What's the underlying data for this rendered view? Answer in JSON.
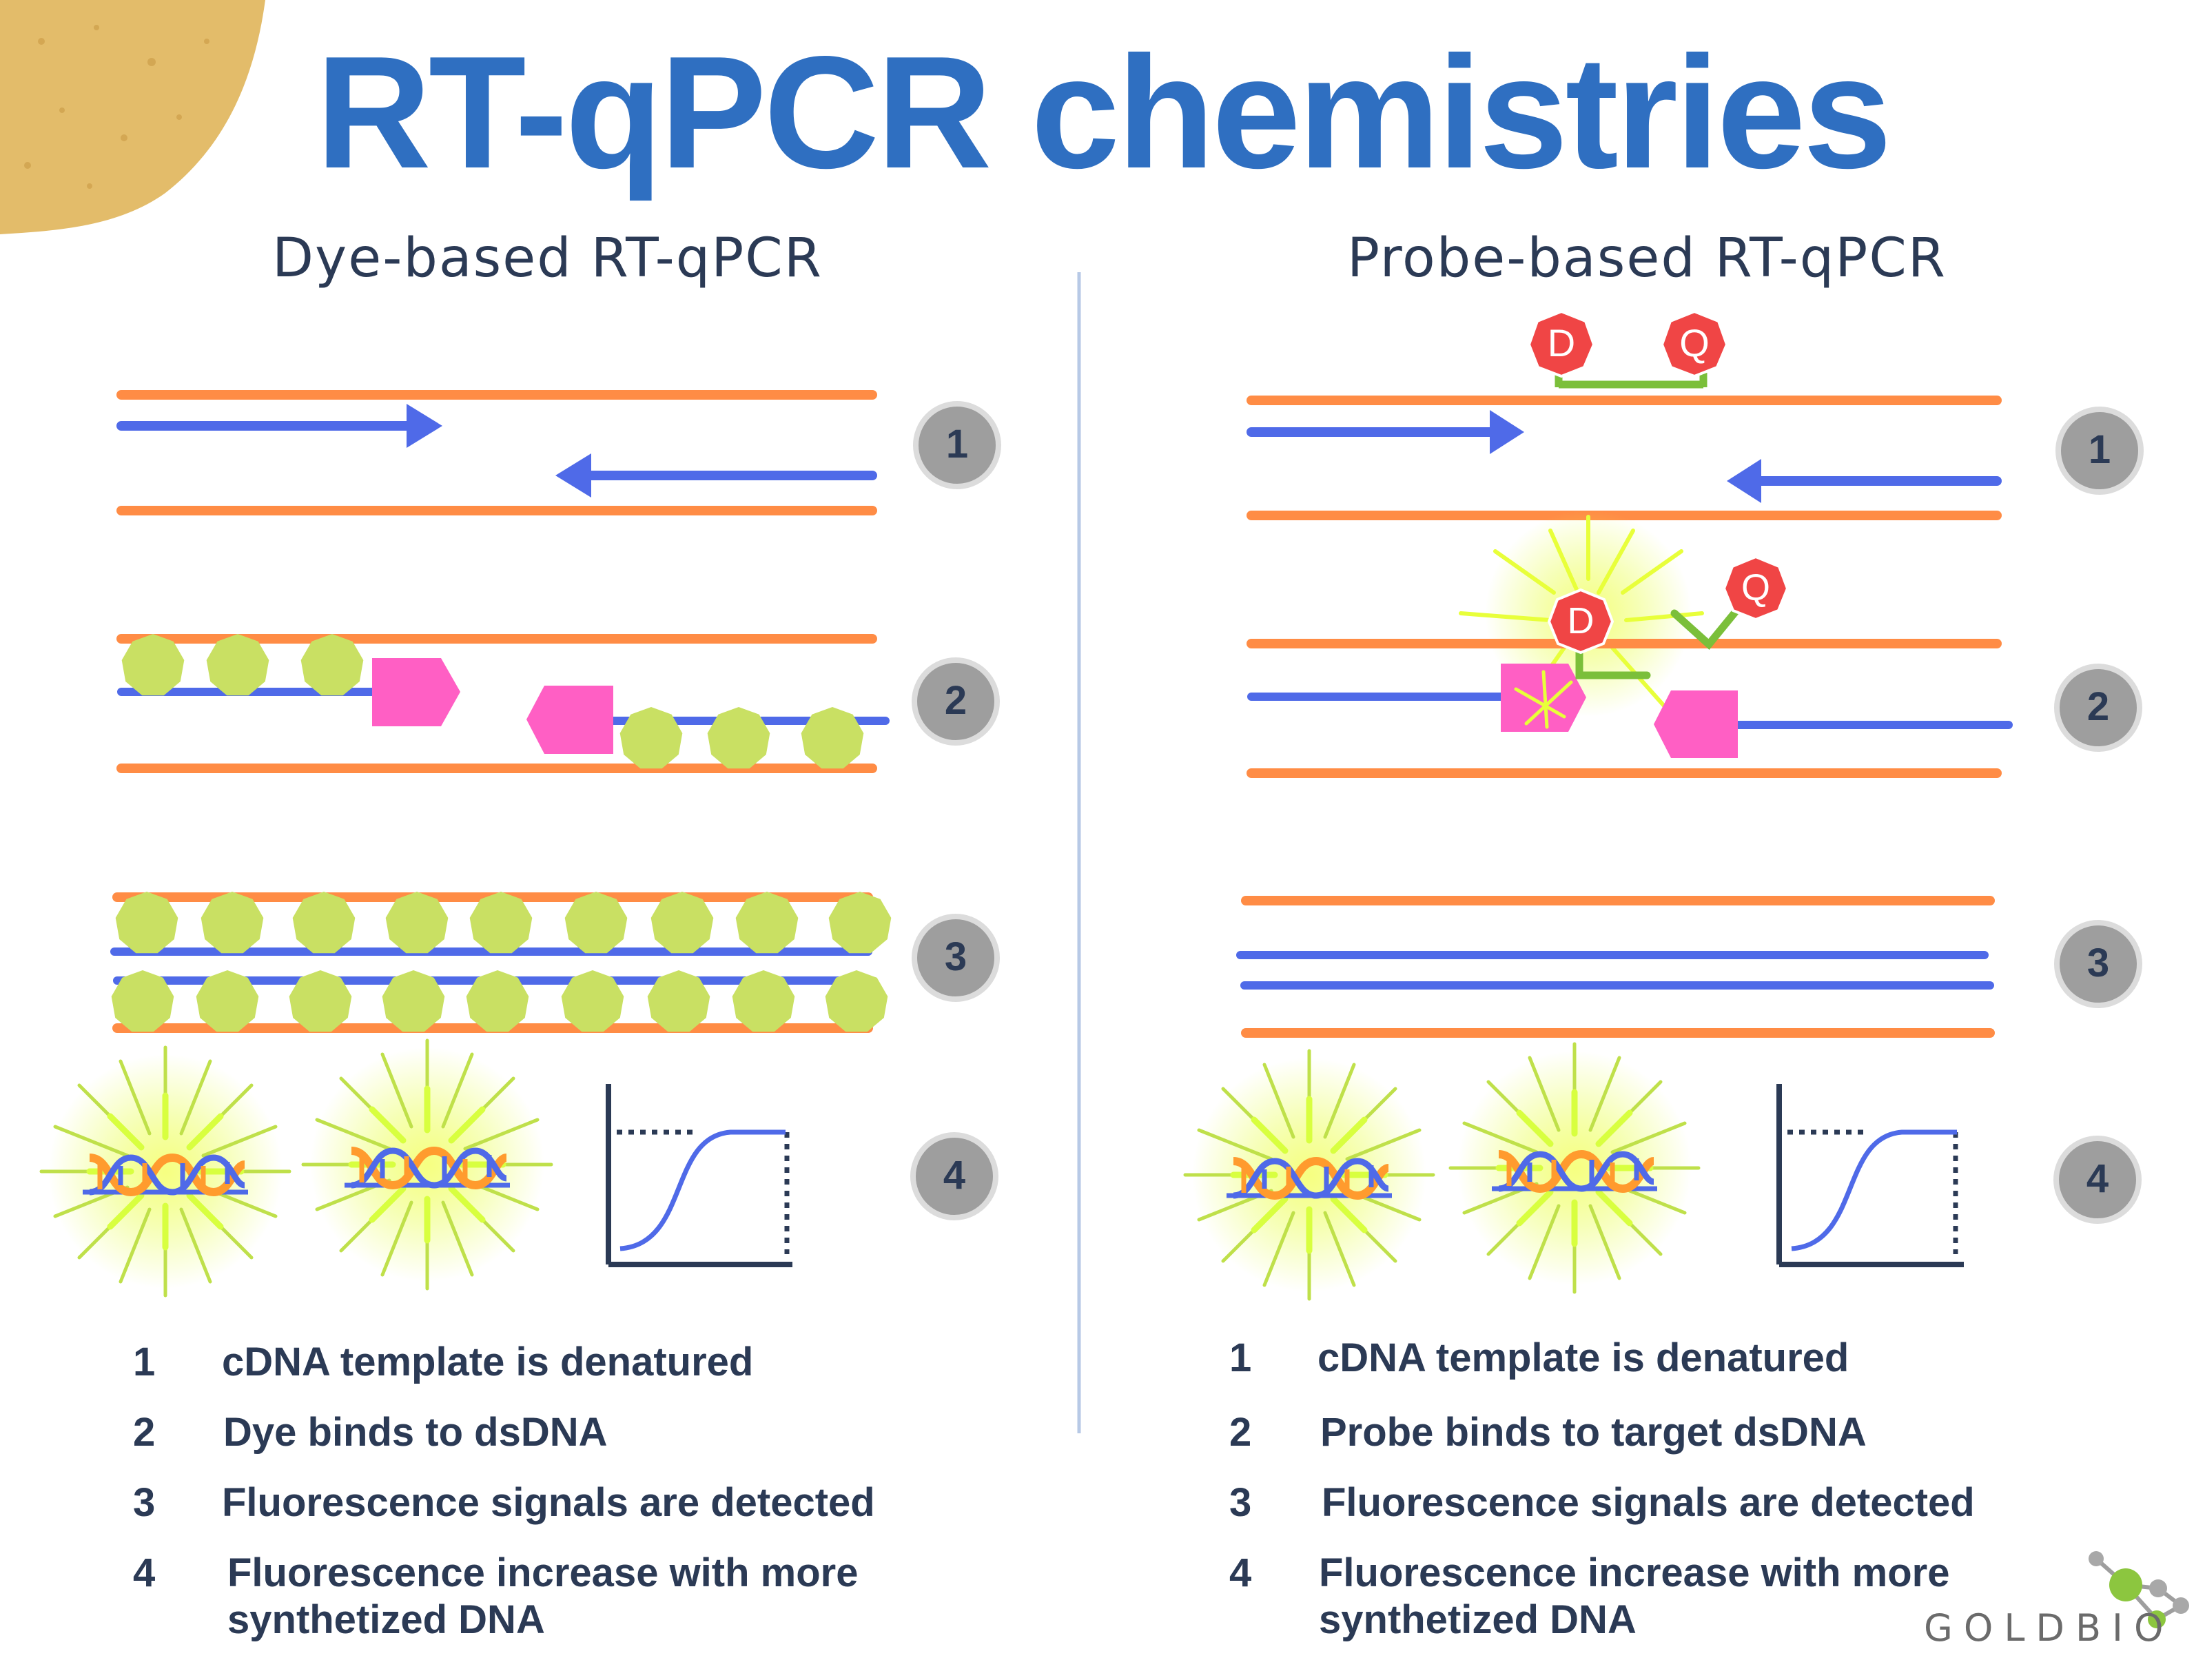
{
  "title": "RT-qPCR chemistries",
  "panels": {
    "left": {
      "subtitle": "Dye-based RT-qPCR",
      "step_labels": [
        "1",
        "2",
        "3",
        "4"
      ]
    },
    "right": {
      "subtitle": "Probe-based RT-qPCR",
      "step_labels": [
        "1",
        "2",
        "3",
        "4"
      ],
      "probe_dye_label": "D",
      "probe_quencher_label": "Q"
    }
  },
  "legend_left": [
    {
      "num": "1",
      "text": "cDNA template is denatured"
    },
    {
      "num": "2",
      "text": "Dye binds to dsDNA"
    },
    {
      "num": "3",
      "text": "Fluorescence signals are detected"
    },
    {
      "num": "4",
      "text": "Fluorescence increase with more synthetized DNA"
    }
  ],
  "legend_right": [
    {
      "num": "1",
      "text": "cDNA template is denatured"
    },
    {
      "num": "2",
      "text": "Probe binds to target dsDNA"
    },
    {
      "num": "3",
      "text": "Fluorescence signals are detected"
    },
    {
      "num": "4",
      "text": "Fluorescence increase with more synthetized DNA"
    }
  ],
  "logo": {
    "text": "GOLDBIO"
  },
  "colors": {
    "title": "#2f6fc1",
    "dna_strand": "#ff8c45",
    "primer": "#4f6ae8",
    "dye": "#c9e063",
    "polymerase": "#ff5fc4",
    "probe_fluor": "#f04545",
    "probe_linker": "#7bbf3a",
    "badge": "#9e9e9e",
    "text": "#2b3a55",
    "divider": "#b7c9e6",
    "corner_blob": "#e3bc6a"
  },
  "icons": {
    "step_badge": "gray-circle-badge",
    "dye": "green-nonagon-dye-icon",
    "polymerase": "pink-pentagon-polymerase-icon",
    "burst": "fluorescence-burst-icon",
    "helix": "dna-helix-icon",
    "curve": "amplification-curve-icon"
  }
}
